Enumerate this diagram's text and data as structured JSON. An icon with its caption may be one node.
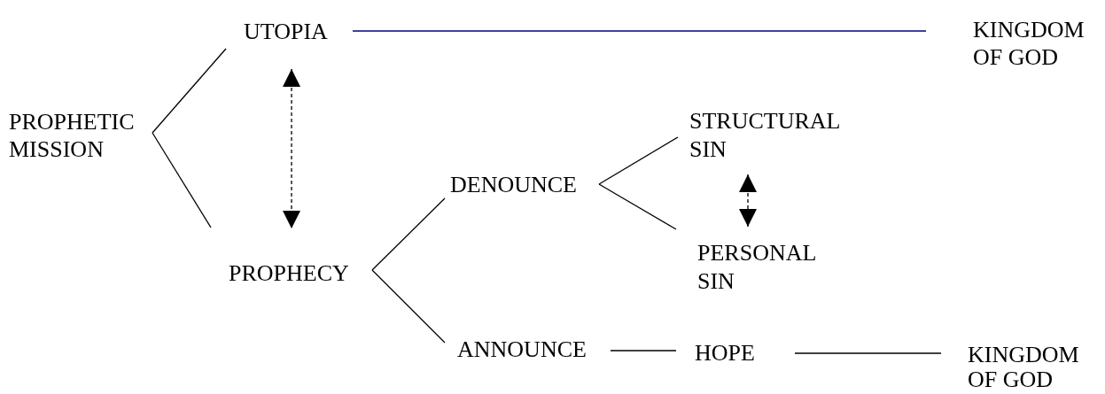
{
  "diagram": {
    "nodes": [
      {
        "text": [
          "PROPHETIC MISSION"
        ]
      },
      {
        "text": [
          "UTOPIA"
        ]
      },
      {
        "text": [
          "KINGDOM OF GOD"
        ]
      },
      {
        "text": [
          "PROPHECY"
        ]
      },
      {
        "text": [
          "DENOUNCE"
        ]
      },
      {
        "text": [
          "STRUCTURAL SIN"
        ]
      },
      {
        "text": [
          "PERSONAL SIN"
        ]
      },
      {
        "text": [
          "ANNOUNCE"
        ]
      },
      {
        "text": [
          "HOPE"
        ]
      },
      {
        "text": [
          "KINGDOM OF GOD"
        ]
      }
    ],
    "edges": [
      {
        "from": 0,
        "to": 1,
        "arrow": "none"
      },
      {
        "from": 0,
        "to": 3,
        "arrow": "none"
      },
      {
        "from": 1,
        "to": 3,
        "arrow": "both",
        "style": "dashed"
      },
      {
        "from": 1,
        "to": 2,
        "arrow": "none",
        "color": "#000080"
      },
      {
        "from": 3,
        "to": 4,
        "arrow": "none"
      },
      {
        "from": 3,
        "to": 7,
        "arrow": "none"
      },
      {
        "from": 4,
        "to": 5,
        "arrow": "none"
      },
      {
        "from": 4,
        "to": 6,
        "arrow": "none"
      },
      {
        "from": 5,
        "to": 6,
        "arrow": "both",
        "style": "dashed"
      },
      {
        "from": 7,
        "to": 8,
        "arrow": "none"
      },
      {
        "from": 8,
        "to": 9,
        "arrow": "none"
      }
    ]
  }
}
